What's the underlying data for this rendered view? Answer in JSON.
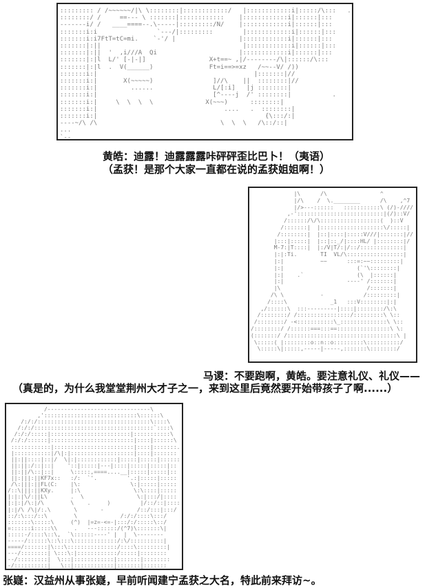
{
  "page": {
    "background": "#ffffff",
    "text_color": "#111111",
    "art_color": "#7a7a7a",
    "border_color": "#222222"
  },
  "panels": [
    {
      "art": "::::::::: / /~~~~~~/|\\ \\::::::::|::::::::::::/   |::::::::::::i|:::::/\\:::   ..\n::::::::/ /     ==--- \\ :::::::|::::::::::::    |::::::::::::i|::::::|:::\n-------i/ /   ____====--.\\-----|:::::::::/N/    |::::::::::::i|::::::|:::\n:::::::i:i                `---/|:::::::::        |::::::::::::i|::::::|:::\n:::::::i:i7FtT=tC=mi.    `-'/ |                 |::::::::::::i|::::::|:::\n:::::::|:||                                      |::::::::::::i|::::::|:::\n:::::::|:||  '  ,i///A  Qi                      |::::::::::::i|::::::|:::\n:::::::|:|l  L/' [-|-|]                 X+t==~ ,|/--------/\\|::::::/\\:::\n:::::::|:|l  .  V(______)               Ft=i==>=xz   /~~--V/ /))\n:::::::i:|                                          |:::::::|//\n:::::::i:|       X(~~~~~)                ]//\\    ||  ::::::::|//\n:::::::i:|         ......                L/[:i]   |j ::::::::|\n:::::::i:|                               [^----j  /' ::::::::|           .\n:::::::i:|     \\  \\  \\  \\              X(~~~)      ::::::::|\n:::::::i:|                                  ....   .  ::::::::|\n:::::::i:|                                             {\\:::/:|\n----~/\\ /\\                                 \\  \\  \\   /\\::/::|\n...\n`--"
    },
    {
      "art": "             |\\      /\\                ^\n             |/\\    /  \\.________      /\\    ,^7\n             |/>---::::::   :::::::::::\\ (/)-////\n           ,-'::::::::::::::::::::::::::|(/)::V/\n          /::::::/\\/\\::::::::::::::::::(  )::V\n         /:::::::|  |:::::::::::::::::::\\/:::::|\n        /::::::::|  |::|::::|:::::V///|:::::::|//\n       |:::|:::::|  |::|::_/|::::HL/ |::::::::|/\n       M-7:|T::::|  |:/V|T/:|/::/:::::::::::::|\n       |:|:Ti.       TI  VL/\\:::::::::::::::::|\n       |:|           ~~      :::=:~~:::::::::|\n       |:|                      (`'\\::::::::|\n       |:|    .`                (\\  |::::::|\n       |:|                   ----' /:::::::|\n       |\\                          /:::::::|\n      /\\ \\           -            /:::::::::|\n     /::::\\             _1   :::V::::::::|:|\n   ,/::::::\\  :::---------|::::|::::::::/\\:\\\n  /::::::::/ /::::::::::::::::/:::::::::\\ \\::\n /::::::::/ -<:::::::::::\\_::::::::::::::\\ \\::\n/::::::::/ /::::::===:::==::::::::::::::::\\ \\:\n(:::::::/ /:::::::::::::::::::::::::::::::::\\ |\n \\:::::( |::::::::o::n::o:::::::::\\::::::::::/\n  \\:::::\\|:::::,-----|-----,:::::::\\::::::::/"
    },
    {
      "art": "           /-------------------------------\\\n         ,'::::::::::::::::::::::::::::\\::::::\\\n    /:/:/::::::::::::::::::::::::::::::::::\\::::\\\n   /:/:/::::::::::::::::::::::::::::::::::::`::::\\\n  /:/:/:::::|::::::::::::::::::::::::|:::::::::::\\\n /:/:/::::::|:::::::::::::::::::::::::|::::|::::::\\\n ::::::::::::|::::::::::::::::::::::::|::::|:::::::.\n |:::::::::::|/\\|:|:::::::::::::::::::|::::|:::::::\n ||:||::::|::|/  \\|:|::::::::::::|:::::|:::::|::::::\n ||:||:/::|::|    '::|:::::|---|::::|:::::|:::::|::\n ||:||/\\::|::|     \\:::::,====....__|:::::|:::::|::\n ||:|||:||KF7x::   :/:  `'.         '.:|:::::|:::::\n /\\:|||:||FL(C:    |\\:               \\:|:::::|:::::\n/::\\|||:||KXy.     |:\\                \\:\\::::|:::::\n|:|:|\\/:||L\\       .  \\                \\:|:::/|::::\n|:|:|/\\:|/\\        \\    .     )         |/::/::|::::\n|:|/\\ /\\|/:.\\       \\       -          /::/:::|:::/\n::/:\\:::/::\\        \\             /:/:/::::\\:::/\n:::::::\\:::::\\     (^)  |=z=-<=-|:::/:/:::::\\::/\n=::::::i:::::\\\\     .   ---::::::/(^7)\\:::::::\\|\n:::::-/::::\\::\\,  `\\::::::----' |  |  \\--------\n-----/::::::\\::\\:::\\:::::::::::::/:\\/::::::::::|\n====/:::::::|\\:::\\:::::::::::::::/::::\\:::::::::|\n---/::::::::| \\:::\\:|::::::::::::/:::::|::::::::\n--/:::::::::|  \\:::|::::::::::::|:::::::|::::::::\n-/::::::::::|   \\::|::::::::::::|:::::::|:::::::"
    }
  ],
  "captions": {
    "scene1": {
      "line": "黄皓：迪露！迪露露露咔砰砰歪比巴卜！（夷语）",
      "thought": "（孟获！是那个大家一直都在说的孟获姐姐啊！）"
    },
    "scene2": {
      "line": "马谡：不要跑啊，黄皓。要注意礼仪、礼仪——",
      "thought": "（真是的，为什么我堂堂荆州大才子之一，来到这里后竟然要开始带孩子了啊......）"
    },
    "scene3": {
      "line": "张嶷：汉益州从事张嶷，早前听闻建宁孟获之大名，特此前来拜访~。"
    }
  }
}
